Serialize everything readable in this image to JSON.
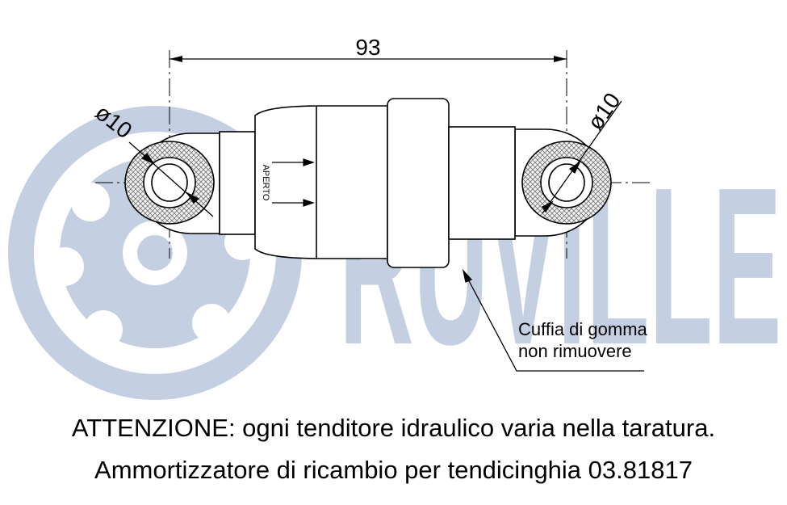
{
  "watermark": {
    "brand_text": "RUVILLE",
    "color": "#c5cfe2"
  },
  "dimensions": {
    "length_label": "93",
    "left_eye_diameter": "ø10",
    "right_eye_diameter": "ø10"
  },
  "labels": {
    "open_marker": "APERTO",
    "boot_note_line1": "Cuffia di gomma",
    "boot_note_line2": "non rimuovere"
  },
  "captions": {
    "warning": "ATTENZIONE: ogni tenditore idraulico varia nella taratura.",
    "replacement": "Ammortizzatore di ricambio per tendicinghia 03.81817"
  },
  "colors": {
    "line": "#000000",
    "hatch": "#8a8a8a"
  }
}
